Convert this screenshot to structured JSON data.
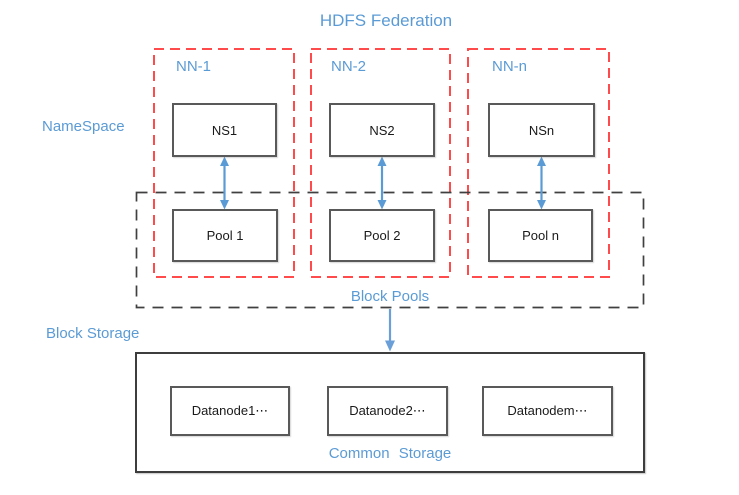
{
  "diagram": {
    "title": "HDFS Federation",
    "side_labels": {
      "namespace": "NameSpace",
      "block_storage": "Block Storage"
    },
    "namenodes": [
      {
        "label": "NN-1",
        "namespace_box": "NS1",
        "pool_box": "Pool 1"
      },
      {
        "label": "NN-2",
        "namespace_box": "NS2",
        "pool_box": "Pool 2"
      },
      {
        "label": "NN-n",
        "namespace_box": "NSn",
        "pool_box": "Pool n"
      }
    ],
    "block_pools_label": "Block Pools",
    "common_storage": {
      "label": "Common Storage",
      "datanodes": [
        "Datanode1⋯",
        "Datanode2⋯",
        "Datanodem⋯"
      ]
    },
    "colors": {
      "accent_blue": "#5B9BD5",
      "arrow_blue": "#6B9FD8",
      "dashed_red": "#FF4B4B",
      "dashed_dark": "#404040",
      "box_border": "#595959"
    }
  }
}
